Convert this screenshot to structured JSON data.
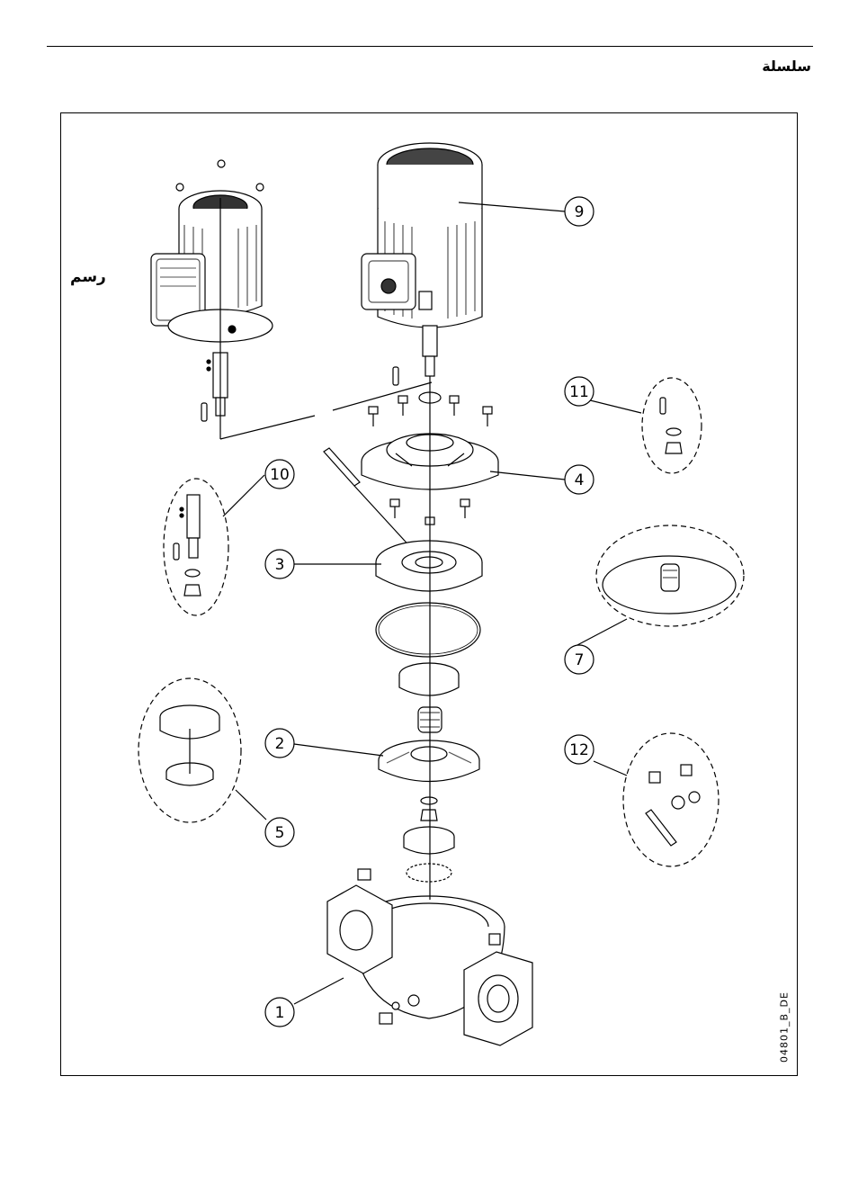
{
  "header": {
    "title": "سلسلة"
  },
  "figure": {
    "label": "رسم",
    "code": "04801_B_DE"
  },
  "callouts": [
    {
      "id": "callout-1",
      "label": "1"
    },
    {
      "id": "callout-2",
      "label": "2"
    },
    {
      "id": "callout-3",
      "label": "3"
    },
    {
      "id": "callout-4",
      "label": "4"
    },
    {
      "id": "callout-5",
      "label": "5"
    },
    {
      "id": "callout-7",
      "label": "7"
    },
    {
      "id": "callout-9",
      "label": "9"
    },
    {
      "id": "callout-10",
      "label": "10"
    },
    {
      "id": "callout-11",
      "label": "11"
    },
    {
      "id": "callout-12",
      "label": "12"
    }
  ]
}
